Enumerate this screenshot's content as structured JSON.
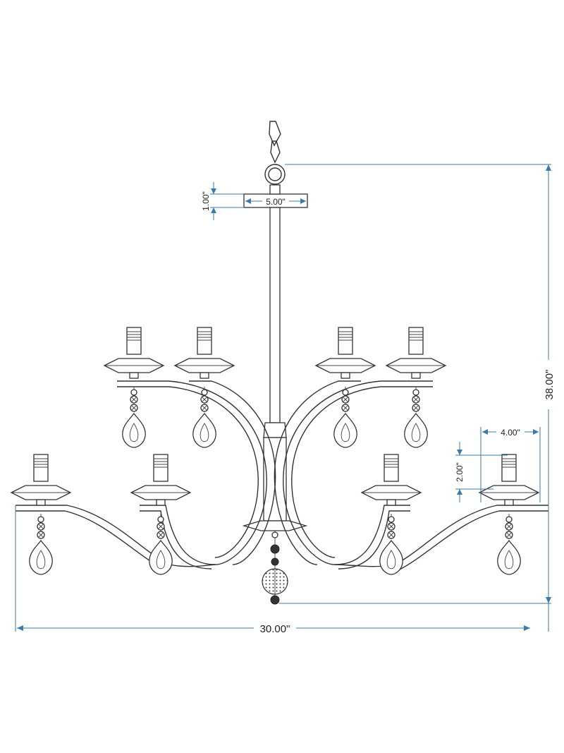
{
  "dimensions": {
    "canopy_height": "1.00\"",
    "canopy_width": "5.00\"",
    "overall_height": "38.00\"",
    "overall_width": "30.00\"",
    "arm_spacing": "4.00\"",
    "cup_height": "2.00\""
  },
  "colors": {
    "line": "#333333",
    "dimension": "#3a7aa8",
    "background": "#ffffff"
  }
}
